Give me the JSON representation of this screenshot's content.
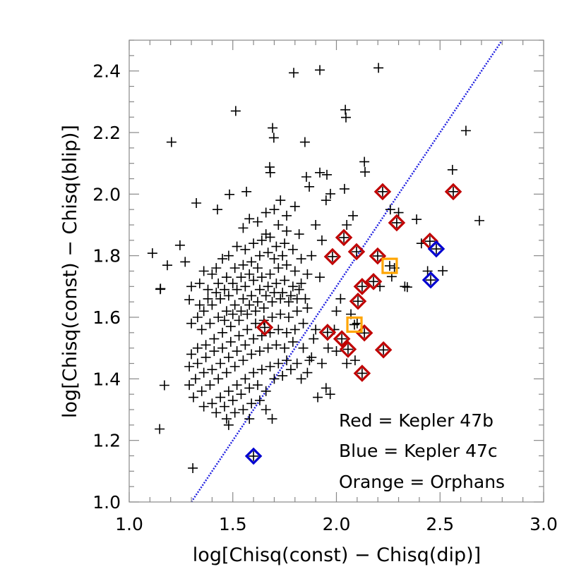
{
  "chart_data": {
    "type": "scatter",
    "title": "",
    "xlabel": "log[Chisq(const) − Chisq(dip)]",
    "ylabel": "log[Chisq(const) − Chisq(blip)]",
    "xlim": [
      1.0,
      3.0
    ],
    "ylim": [
      1.0,
      2.5
    ],
    "x_ticks": [
      "1.0",
      "1.5",
      "2.0",
      "2.5",
      "3.0"
    ],
    "x_tick_values": [
      1.0,
      1.5,
      2.0,
      2.5,
      3.0
    ],
    "y_ticks": [
      "1.0",
      "1.2",
      "1.4",
      "1.6",
      "1.8",
      "2.0",
      "2.2",
      "2.4"
    ],
    "y_tick_values": [
      1.0,
      1.2,
      1.4,
      1.6,
      1.8,
      2.0,
      2.2,
      2.4
    ],
    "grid": false,
    "reference_line": {
      "style": "dotted",
      "color": "#2020e0",
      "points": [
        [
          1.3,
          1.0
        ],
        [
          2.8,
          2.5
        ]
      ]
    },
    "legend_placement": "bottom-right",
    "legend": [
      "Red = Kepler 47b",
      "Blue = Kepler 47c",
      "Orange = Orphans"
    ],
    "colors": {
      "all": "#000000",
      "red": "#c00000",
      "blue": "#0000d0",
      "orange": "#ffa500"
    },
    "all_points": [
      [
        1.112,
        1.808
      ],
      [
        1.204,
        2.169
      ],
      [
        1.514,
        2.27
      ],
      [
        1.794,
        2.394
      ],
      [
        1.92,
        2.403
      ],
      [
        2.203,
        2.41
      ],
      [
        2.043,
        2.274
      ],
      [
        2.046,
        2.249
      ],
      [
        1.692,
        2.215
      ],
      [
        1.698,
        2.183
      ],
      [
        1.848,
        2.169
      ],
      [
        2.625,
        2.206
      ],
      [
        2.56,
        2.079
      ],
      [
        2.69,
        1.914
      ],
      [
        1.678,
        2.088
      ],
      [
        1.681,
        2.07
      ],
      [
        2.135,
        2.105
      ],
      [
        2.138,
        2.072
      ],
      [
        2.039,
        2.017
      ],
      [
        1.954,
        2.063
      ],
      [
        1.92,
        2.07
      ],
      [
        1.855,
        2.056
      ],
      [
        1.869,
        2.024
      ],
      [
        1.971,
        2.001
      ],
      [
        1.566,
        2.008
      ],
      [
        1.484,
        1.999
      ],
      [
        1.324,
        1.971
      ],
      [
        1.426,
        1.95
      ],
      [
        1.245,
        1.834
      ],
      [
        1.184,
        1.769
      ],
      [
        1.15,
        1.691
      ],
      [
        1.151,
        1.693
      ],
      [
        1.29,
        1.657
      ],
      [
        1.17,
        1.379
      ],
      [
        1.147,
        1.237
      ],
      [
        1.307,
        1.11
      ],
      [
        1.27,
        1.78
      ],
      [
        1.3,
        1.7
      ],
      [
        2.387,
        1.918
      ],
      [
        2.267,
        1.732
      ],
      [
        2.342,
        1.698
      ],
      [
        2.513,
        1.751
      ],
      [
        2.223,
        2.008
      ],
      [
        2.564,
        2.008
      ],
      [
        2.291,
        1.907
      ],
      [
        2.036,
        1.859
      ],
      [
        1.981,
        1.797
      ],
      [
        2.097,
        1.813
      ],
      [
        2.199,
        1.799
      ],
      [
        2.451,
        1.847
      ],
      [
        2.179,
        1.716
      ],
      [
        2.124,
        1.7
      ],
      [
        2.104,
        1.652
      ],
      [
        1.957,
        1.551
      ],
      [
        2.135,
        1.549
      ],
      [
        2.026,
        1.53
      ],
      [
        2.056,
        1.496
      ],
      [
        2.227,
        1.494
      ],
      [
        2.124,
        1.418
      ],
      [
        1.654,
        1.567
      ],
      [
        2.482,
        1.822
      ],
      [
        2.455,
        1.721
      ],
      [
        1.6,
        1.149
      ],
      [
        2.257,
        1.767
      ],
      [
        2.087,
        1.576
      ],
      [
        2.33,
        1.7
      ],
      [
        2.44,
        1.75
      ],
      [
        2.3,
        1.94
      ],
      [
        2.26,
        1.95
      ],
      [
        1.93,
        1.45
      ],
      [
        1.96,
        1.5
      ],
      [
        1.99,
        1.56
      ],
      [
        2.0,
        1.62
      ],
      [
        2.02,
        1.66
      ],
      [
        1.95,
        1.37
      ],
      [
        1.97,
        1.35
      ],
      [
        2.07,
        1.61
      ],
      [
        2.1,
        1.58
      ],
      [
        2.21,
        1.7
      ],
      [
        1.92,
        1.73
      ],
      [
        1.93,
        1.85
      ],
      [
        2.05,
        1.9
      ],
      [
        2.0,
        1.49
      ],
      [
        2.05,
        1.45
      ],
      [
        2.09,
        1.46
      ],
      [
        2.28,
        1.76
      ],
      [
        2.41,
        1.84
      ],
      [
        1.89,
        1.53
      ],
      [
        1.86,
        1.63
      ],
      [
        1.9,
        1.56
      ],
      [
        2.08,
        1.93
      ],
      [
        1.86,
        1.74
      ],
      [
        1.88,
        1.8
      ],
      [
        1.9,
        1.9
      ],
      [
        1.95,
        1.98
      ],
      [
        1.76,
        1.93
      ],
      [
        1.8,
        1.96
      ],
      [
        1.73,
        1.98
      ],
      [
        1.7,
        1.95
      ],
      [
        1.66,
        1.94
      ],
      [
        1.62,
        1.91
      ],
      [
        1.58,
        1.92
      ],
      [
        1.55,
        1.89
      ],
      [
        1.82,
        1.87
      ],
      [
        1.76,
        1.88
      ],
      [
        1.72,
        1.9
      ],
      [
        1.68,
        1.86
      ],
      [
        1.64,
        1.85
      ],
      [
        1.6,
        1.84
      ],
      [
        1.56,
        1.82
      ],
      [
        1.52,
        1.83
      ],
      [
        1.48,
        1.8
      ],
      [
        1.45,
        1.79
      ],
      [
        1.42,
        1.76
      ],
      [
        1.4,
        1.74
      ],
      [
        1.36,
        1.75
      ],
      [
        1.34,
        1.71
      ],
      [
        1.38,
        1.69
      ],
      [
        1.43,
        1.71
      ],
      [
        1.47,
        1.73
      ],
      [
        1.51,
        1.76
      ],
      [
        1.55,
        1.77
      ],
      [
        1.59,
        1.78
      ],
      [
        1.63,
        1.8
      ],
      [
        1.67,
        1.81
      ],
      [
        1.71,
        1.83
      ],
      [
        1.75,
        1.84
      ],
      [
        1.79,
        1.82
      ],
      [
        1.83,
        1.79
      ],
      [
        1.8,
        1.75
      ],
      [
        1.76,
        1.77
      ],
      [
        1.72,
        1.76
      ],
      [
        1.68,
        1.74
      ],
      [
        1.64,
        1.73
      ],
      [
        1.6,
        1.72
      ],
      [
        1.56,
        1.7
      ],
      [
        1.52,
        1.69
      ],
      [
        1.48,
        1.67
      ],
      [
        1.44,
        1.66
      ],
      [
        1.4,
        1.64
      ],
      [
        1.36,
        1.62
      ],
      [
        1.33,
        1.6
      ],
      [
        1.3,
        1.58
      ],
      [
        1.35,
        1.56
      ],
      [
        1.39,
        1.58
      ],
      [
        1.43,
        1.6
      ],
      [
        1.47,
        1.62
      ],
      [
        1.51,
        1.64
      ],
      [
        1.55,
        1.66
      ],
      [
        1.59,
        1.67
      ],
      [
        1.63,
        1.69
      ],
      [
        1.67,
        1.7
      ],
      [
        1.71,
        1.71
      ],
      [
        1.75,
        1.72
      ],
      [
        1.79,
        1.7
      ],
      [
        1.83,
        1.71
      ],
      [
        1.81,
        1.66
      ],
      [
        1.77,
        1.65
      ],
      [
        1.73,
        1.66
      ],
      [
        1.69,
        1.65
      ],
      [
        1.65,
        1.63
      ],
      [
        1.61,
        1.62
      ],
      [
        1.57,
        1.61
      ],
      [
        1.53,
        1.59
      ],
      [
        1.49,
        1.57
      ],
      [
        1.45,
        1.55
      ],
      [
        1.41,
        1.53
      ],
      [
        1.37,
        1.51
      ],
      [
        1.33,
        1.5
      ],
      [
        1.3,
        1.48
      ],
      [
        1.29,
        1.44
      ],
      [
        1.33,
        1.45
      ],
      [
        1.37,
        1.47
      ],
      [
        1.41,
        1.49
      ],
      [
        1.45,
        1.5
      ],
      [
        1.49,
        1.52
      ],
      [
        1.53,
        1.54
      ],
      [
        1.57,
        1.56
      ],
      [
        1.61,
        1.58
      ],
      [
        1.65,
        1.59
      ],
      [
        1.69,
        1.6
      ],
      [
        1.73,
        1.61
      ],
      [
        1.77,
        1.6
      ],
      [
        1.81,
        1.62
      ],
      [
        1.84,
        1.58
      ],
      [
        1.8,
        1.56
      ],
      [
        1.76,
        1.55
      ],
      [
        1.72,
        1.56
      ],
      [
        1.68,
        1.55
      ],
      [
        1.64,
        1.54
      ],
      [
        1.6,
        1.53
      ],
      [
        1.56,
        1.51
      ],
      [
        1.52,
        1.49
      ],
      [
        1.48,
        1.47
      ],
      [
        1.44,
        1.45
      ],
      [
        1.4,
        1.43
      ],
      [
        1.36,
        1.42
      ],
      [
        1.32,
        1.4
      ],
      [
        1.29,
        1.38
      ],
      [
        1.31,
        1.34
      ],
      [
        1.35,
        1.36
      ],
      [
        1.39,
        1.38
      ],
      [
        1.43,
        1.4
      ],
      [
        1.47,
        1.42
      ],
      [
        1.51,
        1.44
      ],
      [
        1.55,
        1.46
      ],
      [
        1.59,
        1.48
      ],
      [
        1.63,
        1.49
      ],
      [
        1.67,
        1.5
      ],
      [
        1.71,
        1.51
      ],
      [
        1.75,
        1.5
      ],
      [
        1.79,
        1.52
      ],
      [
        1.76,
        1.46
      ],
      [
        1.72,
        1.45
      ],
      [
        1.68,
        1.44
      ],
      [
        1.64,
        1.43
      ],
      [
        1.6,
        1.42
      ],
      [
        1.56,
        1.4
      ],
      [
        1.52,
        1.38
      ],
      [
        1.48,
        1.36
      ],
      [
        1.44,
        1.34
      ],
      [
        1.4,
        1.32
      ],
      [
        1.36,
        1.31
      ],
      [
        1.42,
        1.29
      ],
      [
        1.46,
        1.31
      ],
      [
        1.5,
        1.33
      ],
      [
        1.54,
        1.35
      ],
      [
        1.58,
        1.37
      ],
      [
        1.62,
        1.38
      ],
      [
        1.66,
        1.36
      ],
      [
        1.7,
        1.4
      ],
      [
        1.74,
        1.41
      ],
      [
        1.78,
        1.43
      ],
      [
        1.81,
        1.45
      ],
      [
        1.84,
        1.5
      ],
      [
        1.47,
        1.27
      ],
      [
        1.51,
        1.29
      ],
      [
        1.55,
        1.3
      ],
      [
        1.59,
        1.32
      ],
      [
        1.63,
        1.33
      ],
      [
        1.48,
        1.25
      ],
      [
        1.69,
        1.27
      ],
      [
        1.66,
        1.3
      ],
      [
        1.58,
        1.27
      ],
      [
        1.83,
        1.4
      ],
      [
        1.86,
        1.42
      ],
      [
        1.88,
        1.47
      ],
      [
        1.91,
        1.34
      ],
      [
        1.87,
        1.46
      ],
      [
        1.66,
        1.87
      ],
      [
        1.7,
        1.79
      ],
      [
        1.74,
        1.8
      ],
      [
        1.62,
        1.76
      ],
      [
        1.58,
        1.74
      ],
      [
        1.54,
        1.73
      ],
      [
        1.5,
        1.71
      ],
      [
        1.46,
        1.69
      ],
      [
        1.42,
        1.68
      ],
      [
        1.38,
        1.66
      ],
      [
        1.34,
        1.64
      ],
      [
        1.46,
        1.59
      ],
      [
        1.5,
        1.61
      ],
      [
        1.54,
        1.62
      ],
      [
        1.58,
        1.64
      ],
      [
        1.62,
        1.65
      ],
      [
        1.66,
        1.67
      ],
      [
        1.7,
        1.68
      ],
      [
        1.74,
        1.68
      ],
      [
        1.78,
        1.67
      ],
      [
        1.82,
        1.69
      ],
      [
        1.85,
        1.66
      ]
    ],
    "red_points": [
      [
        2.223,
        2.008
      ],
      [
        2.564,
        2.008
      ],
      [
        2.291,
        1.907
      ],
      [
        2.036,
        1.859
      ],
      [
        1.981,
        1.797
      ],
      [
        2.097,
        1.813
      ],
      [
        2.199,
        1.799
      ],
      [
        2.451,
        1.847
      ],
      [
        2.179,
        1.716
      ],
      [
        2.124,
        1.7
      ],
      [
        2.104,
        1.652
      ],
      [
        1.957,
        1.551
      ],
      [
        2.135,
        1.549
      ],
      [
        2.026,
        1.53
      ],
      [
        2.056,
        1.496
      ],
      [
        2.227,
        1.494
      ],
      [
        2.124,
        1.418
      ],
      [
        1.654,
        1.567
      ]
    ],
    "blue_points": [
      [
        2.482,
        1.822
      ],
      [
        2.455,
        1.721
      ],
      [
        1.6,
        1.149
      ]
    ],
    "orange_points": [
      [
        2.257,
        1.767
      ],
      [
        2.087,
        1.576
      ]
    ]
  }
}
